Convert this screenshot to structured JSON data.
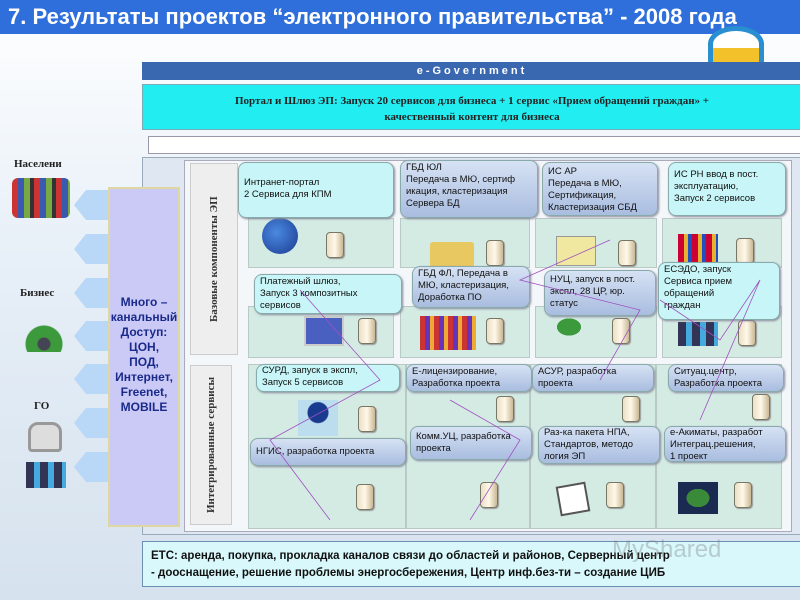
{
  "title": "7. Результаты проектов “электронного правительства” - 2008 года",
  "egov": "e-Government",
  "portal": {
    "line1": "Портал и Шлюз ЭП: Запуск 20 сервисов для бизнеса + 1 сервис «Прием обращений граждан» +",
    "line2": "качественный контент для бизнеса"
  },
  "left": {
    "population": "Населени",
    "business": "Бизнес",
    "go": "ГО"
  },
  "multi": [
    "Много –",
    "канальный",
    "Доступ:",
    "ЦОН,",
    "ПОД,",
    "Интернет,",
    "Freenet,",
    "MOBILE"
  ],
  "sections": {
    "base": "Базовые компоненты ЭП",
    "integrated": "Интегрированные сервисы"
  },
  "callouts": {
    "intranet": [
      "Интранет-портал",
      "2 Сервиса  для КПМ"
    ],
    "gbd_ul": [
      "ГБД ЮЛ",
      "Передача в МЮ, сертиф",
      "икация, кластеризация",
      "Сервера БД"
    ],
    "is_ar": [
      "ИС АР",
      "Передача в МЮ,",
      "Сертификация,",
      "Кластеризация СБД"
    ],
    "is_rn": [
      "ИС РН ввод в пост.",
      "эксплуатацию,",
      "Запуск 2 сервисов"
    ],
    "payment": [
      "Платежный шлюз,",
      "Запуск 3 композитных",
      " сервисов"
    ],
    "gbd_fl": [
      "ГБД ФЛ, Передача в",
      "МЮ, кластеризация,",
      "Доработка ПО"
    ],
    "nuc": [
      "НУЦ, запуск в пост.",
      "экспл, 28 ЦР, юр.",
      "статус"
    ],
    "esedo": [
      "ЕСЭДО, запуск",
      "Сервиса прием",
      "обращений",
      "граждан"
    ],
    "surd": [
      "СУРД, запуск в экспл,",
      "Запуск 5 сервисов"
    ],
    "elic": [
      "Е-лицензирование,",
      "Разработка проекта"
    ],
    "asur": [
      "АСУР, разработка",
      "проекта"
    ],
    "sit": [
      "Ситуац.центр,",
      "Разработка проекта"
    ],
    "ngis": [
      "НГИС,  разработка проекта"
    ],
    "kommuc": [
      "Комм.УЦ, разработка",
      "проекта"
    ],
    "npa": [
      "Раз-ка пакета НПА,",
      "Стандартов, методо",
      "логия ЭП"
    ],
    "akimat": [
      "е-Акиматы,  разработ",
      "Интеграц.решения,",
      "1 проект"
    ]
  },
  "etc": {
    "line1": "ЕТС: аренда, покупка, прокладка каналов связи до областей и районов, Серверный центр",
    "line2": "- дооснащение, решение проблемы энергосбережения, Центр инф.без-ти – создание ЦИБ"
  },
  "watermark": "MyShared",
  "colors": {
    "header": "#2f6fdb",
    "egov_bar": "#3a68b0",
    "portal_bg": "#22eef2",
    "multi_bg": "#cbcaf7"
  }
}
